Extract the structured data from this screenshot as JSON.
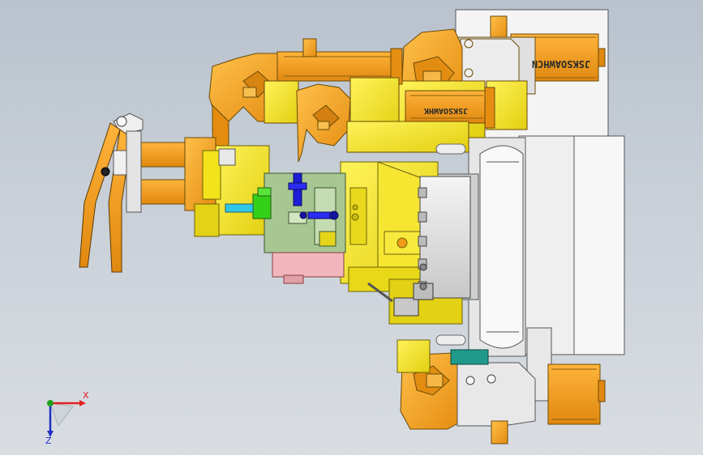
{
  "viewport": {
    "background_top": "#b9c2cd",
    "background_bottom": "#d9dde2"
  },
  "colors": {
    "orange": "#f6a21c",
    "orange_dark": "#c9780c",
    "yellow": "#f3e31a",
    "yellow_dark": "#b7a90b",
    "grey_plate": "#d4d4d4",
    "white_block": "#f2f2f2",
    "green_panel": "#9dc08a",
    "pink_block": "#f1b5bb",
    "blue_part": "#1d1fd6",
    "axis_x": "#e02020",
    "axis_y": "#20a020",
    "axis_z": "#2030c0"
  },
  "decals": {
    "cylinder_top": "JSKSOAWHCN",
    "cylinder_mid": "JSKSOAWHK"
  },
  "triad": {
    "x_label": "X",
    "z_label": "Z"
  }
}
